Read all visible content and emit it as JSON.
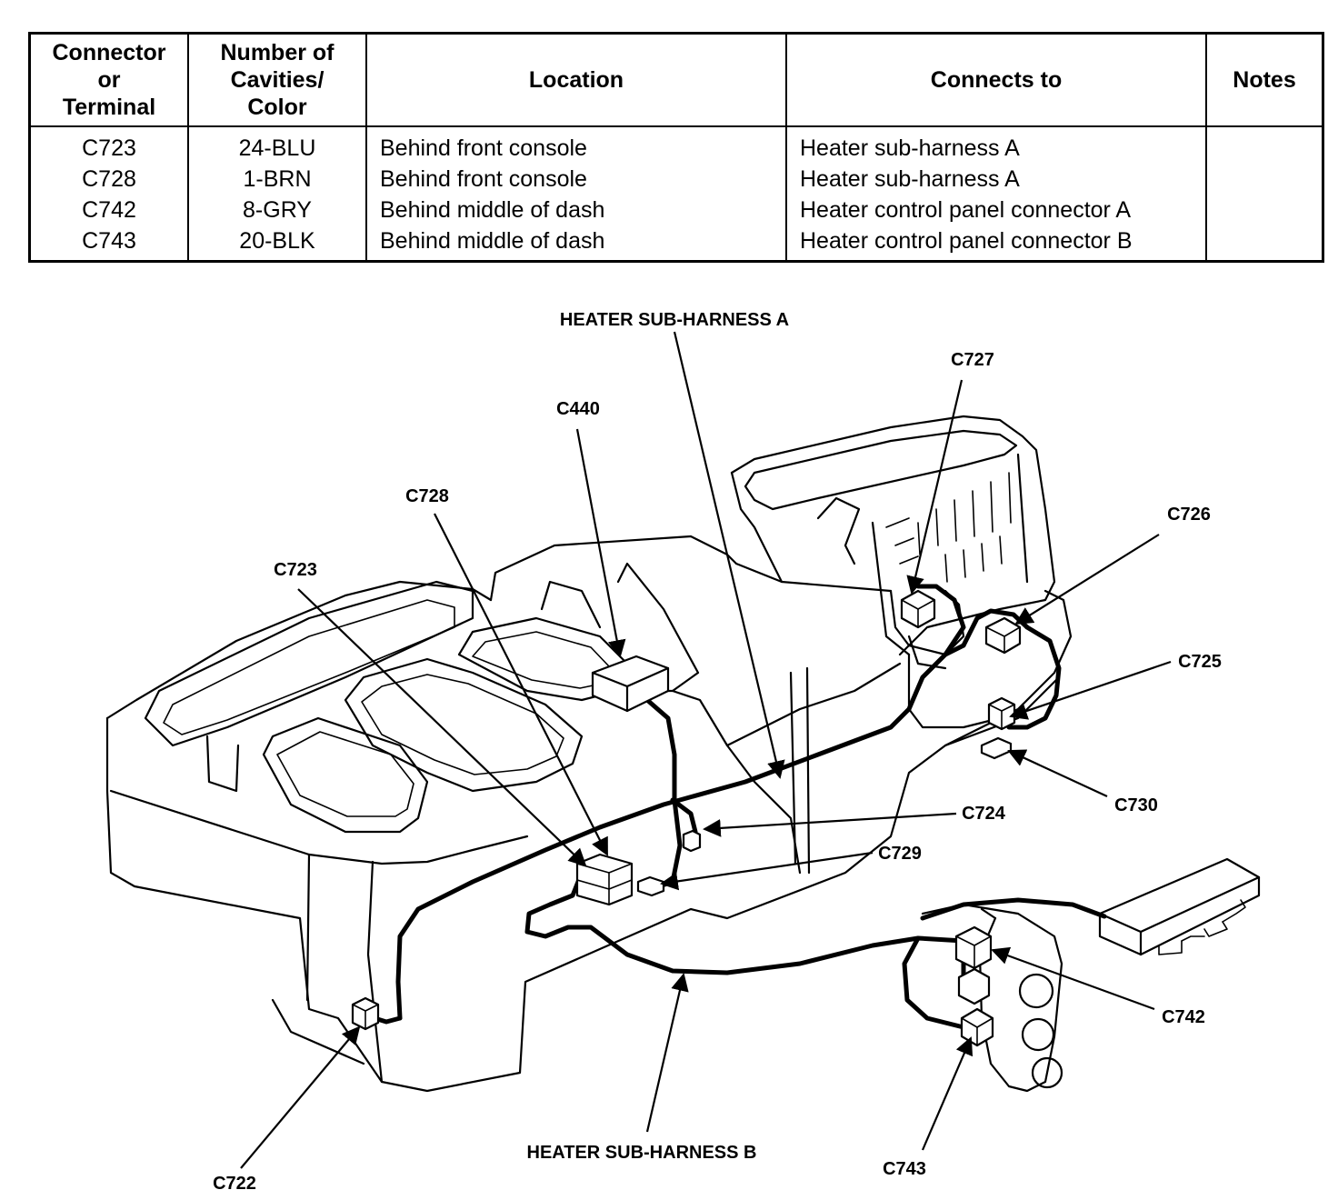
{
  "table": {
    "headers": {
      "connector": [
        "Connector",
        "or",
        "Terminal"
      ],
      "cavities": [
        "Number of",
        "Cavities/",
        "Color"
      ],
      "location": "Location",
      "connects_to": "Connects to",
      "notes": "Notes"
    },
    "rows": [
      {
        "connector": "C723",
        "cavities": "24-BLU",
        "location": "Behind front console",
        "connects_to": "Heater sub-harness A",
        "notes": ""
      },
      {
        "connector": "C728",
        "cavities": "1-BRN",
        "location": "Behind front console",
        "connects_to": "Heater sub-harness A",
        "notes": ""
      },
      {
        "connector": "C742",
        "cavities": "8-GRY",
        "location": "Behind middle of dash",
        "connects_to": "Heater control panel connector A",
        "notes": ""
      },
      {
        "connector": "C743",
        "cavities": "20-BLK",
        "location": "Behind middle of dash",
        "connects_to": "Heater control panel connector B",
        "notes": ""
      }
    ]
  },
  "diagram": {
    "labels": {
      "harness_a": "HEATER SUB-HARNESS A",
      "harness_b": "HEATER SUB-HARNESS B",
      "c440": "C440",
      "c727": "C727",
      "c728": "C728",
      "c726": "C726",
      "c723": "C723",
      "c725": "C725",
      "c730": "C730",
      "c724": "C724",
      "c729": "C729",
      "c742": "C742",
      "c743": "C743",
      "c722": "C722"
    }
  }
}
